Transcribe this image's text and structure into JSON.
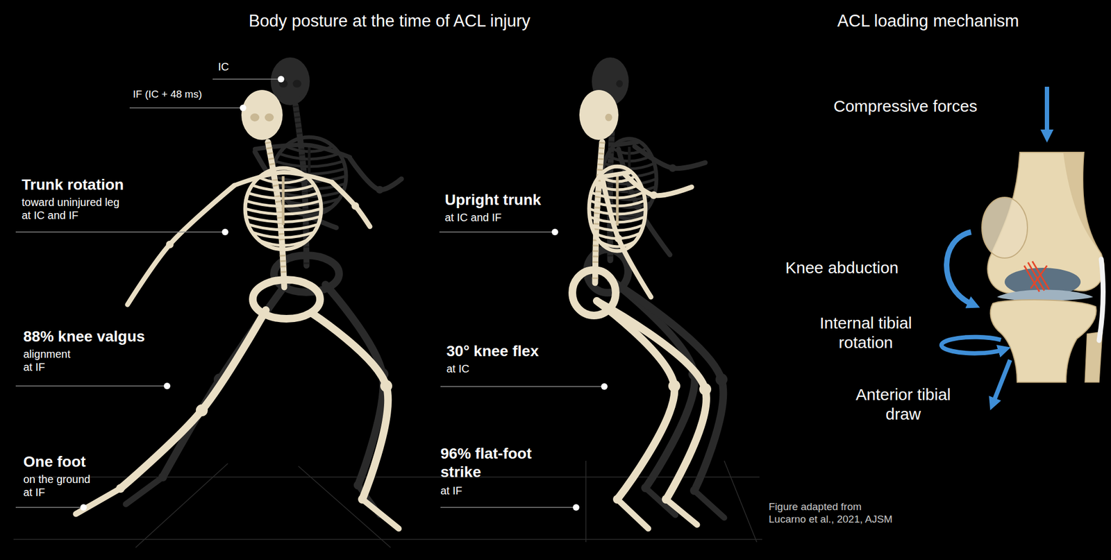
{
  "diagram": {
    "caption": "Figure adapted from Lucarno et al., 2021, AJSM",
    "labels": [
      "Body posture at the time of ACL injury",
      "IC",
      "IF (IC + 48 ms)",
      "Trunk rotation",
      "toward uninjured leg at IC and IF",
      "88% knee valgus",
      "alignment at IF",
      "One foot",
      "on the ground at IF",
      "Upright trunk",
      "at IC and IF",
      "30° knee flex",
      "at IC",
      "96% flat-foot strike",
      "at IF",
      "ACL loading mechanism",
      "Compressive forces",
      "Knee abduction",
      "Internal tibial rotation",
      "Anterior tibial draw"
    ]
  }
}
